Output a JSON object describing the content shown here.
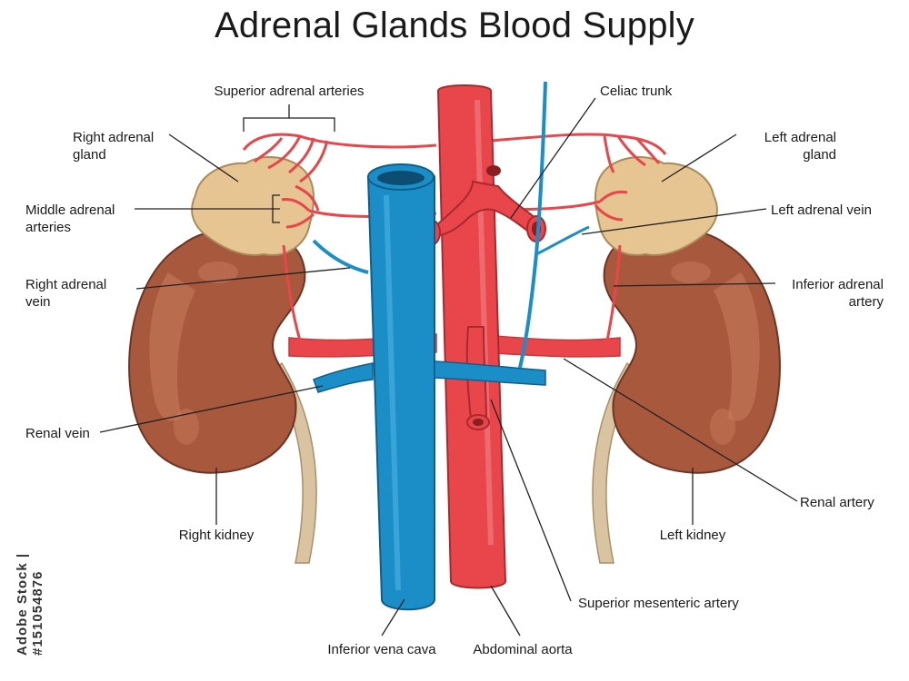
{
  "title": "Adrenal Glands Blood Supply",
  "labels": {
    "superior_adrenal_arteries": "Superior adrenal arteries",
    "right_adrenal_gland": "Right adrenal\ngland",
    "middle_adrenal_arteries": "Middle adrenal\narteries",
    "right_adrenal_vein": "Right adrenal\nvein",
    "renal_vein": "Renal vein",
    "right_kidney": "Right kidney",
    "celiac_trunk": "Celiac trunk",
    "left_adrenal_gland": "Left adrenal\ngland",
    "left_adrenal_vein": "Left adrenal vein",
    "inferior_adrenal_artery": "Inferior adrenal\nartery",
    "renal_artery": "Renal artery",
    "left_kidney": "Left kidney",
    "superior_mesenteric_artery": "Superior mesenteric artery",
    "inferior_vena_cava": "Inferior vena cava",
    "abdominal_aorta": "Abdominal aorta"
  },
  "side_credit": "Adobe Stock | #151054876",
  "colors": {
    "artery": "#e8464a",
    "artery_dark": "#c9363a",
    "vein": "#1b8ec8",
    "vein_dark": "#1570a3",
    "kidney": "#a8583d",
    "kidney_light": "#c77a5c",
    "gland": "#e7c592",
    "ureter": "#d9c3a0"
  }
}
